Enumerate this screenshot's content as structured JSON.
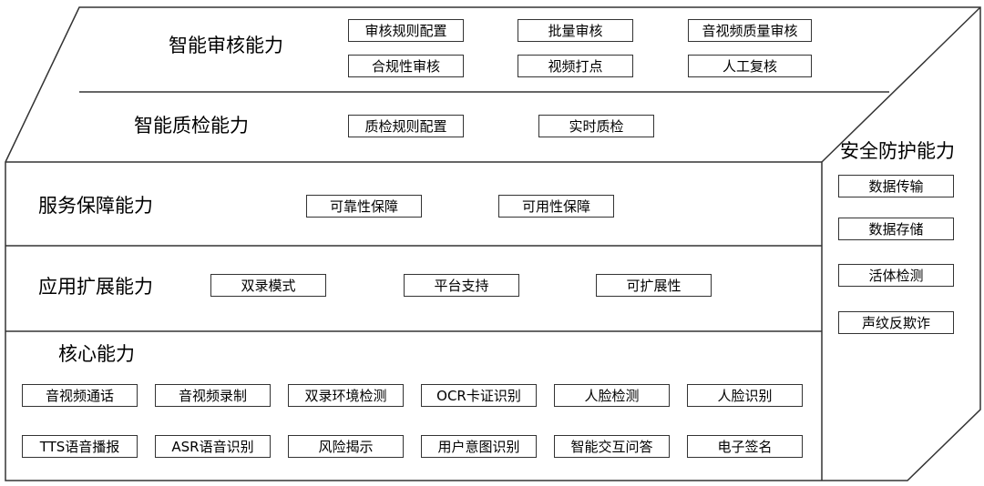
{
  "layers": {
    "audit": {
      "title": "智能审核能力",
      "items": [
        "审核规则配置",
        "批量审核",
        "音视频质量审核",
        "合规性审核",
        "视频打点",
        "人工复核"
      ]
    },
    "quality": {
      "title": "智能质检能力",
      "items": [
        "质检规则配置",
        "实时质检"
      ]
    },
    "service": {
      "title": "服务保障能力",
      "items": [
        "可靠性保障",
        "可用性保障"
      ]
    },
    "extension": {
      "title": "应用扩展能力",
      "items": [
        "双录模式",
        "平台支持",
        "可扩展性"
      ]
    },
    "core": {
      "title": "核心能力",
      "items": [
        "音视频通话",
        "音视频录制",
        "双录环境检测",
        "OCR卡证识别",
        "人脸检测",
        "人脸识别",
        "TTS语音播报",
        "ASR语音识别",
        "风险揭示",
        "用户意图识别",
        "智能交互问答",
        "电子签名"
      ]
    },
    "security": {
      "title": "安全防护能力",
      "items": [
        "数据传输",
        "数据存储",
        "活体检测",
        "声纹反欺诈"
      ]
    }
  },
  "colors": {
    "stroke": "#333333",
    "background": "#ffffff",
    "text": "#000000"
  }
}
